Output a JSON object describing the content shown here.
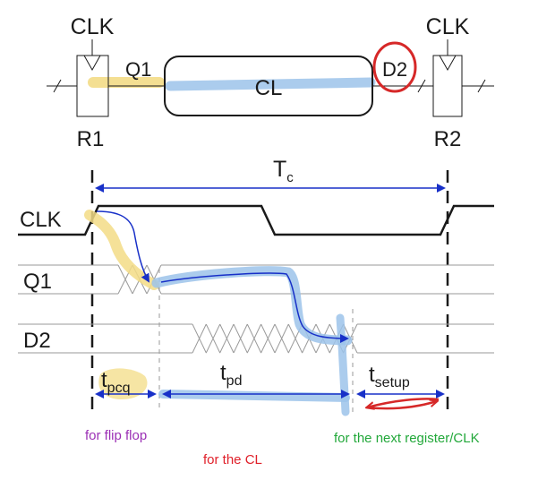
{
  "circuit": {
    "clk_left": "CLK",
    "clk_right": "CLK",
    "q1": "Q1",
    "d2": "D2",
    "cl": "CL",
    "r1": "R1",
    "r2": "R2"
  },
  "timing": {
    "tc_main": "T",
    "tc_sub": "c",
    "rows": [
      "CLK",
      "Q1",
      "D2"
    ],
    "t_pcq_main": "t",
    "t_pcq_sub": "pcq",
    "t_pd_main": "t",
    "t_pd_sub": "pd",
    "t_setup_main": "t",
    "t_setup_sub": "setup"
  },
  "notes": {
    "flip_flop": "for flip flop",
    "cl": "for the CL",
    "next_register": "for the next register/CLK"
  },
  "colors": {
    "ink": "#1a1a1a",
    "arrow_blue": "#1830c8",
    "highlight_yellow": "#f3dc86",
    "highlight_blue": "#9cc3ea",
    "pen_red": "#d62828",
    "note_purple": "#9b2fb5",
    "note_red": "#e0202a",
    "note_green": "#22a83a",
    "grid": "#9a9a9a"
  }
}
